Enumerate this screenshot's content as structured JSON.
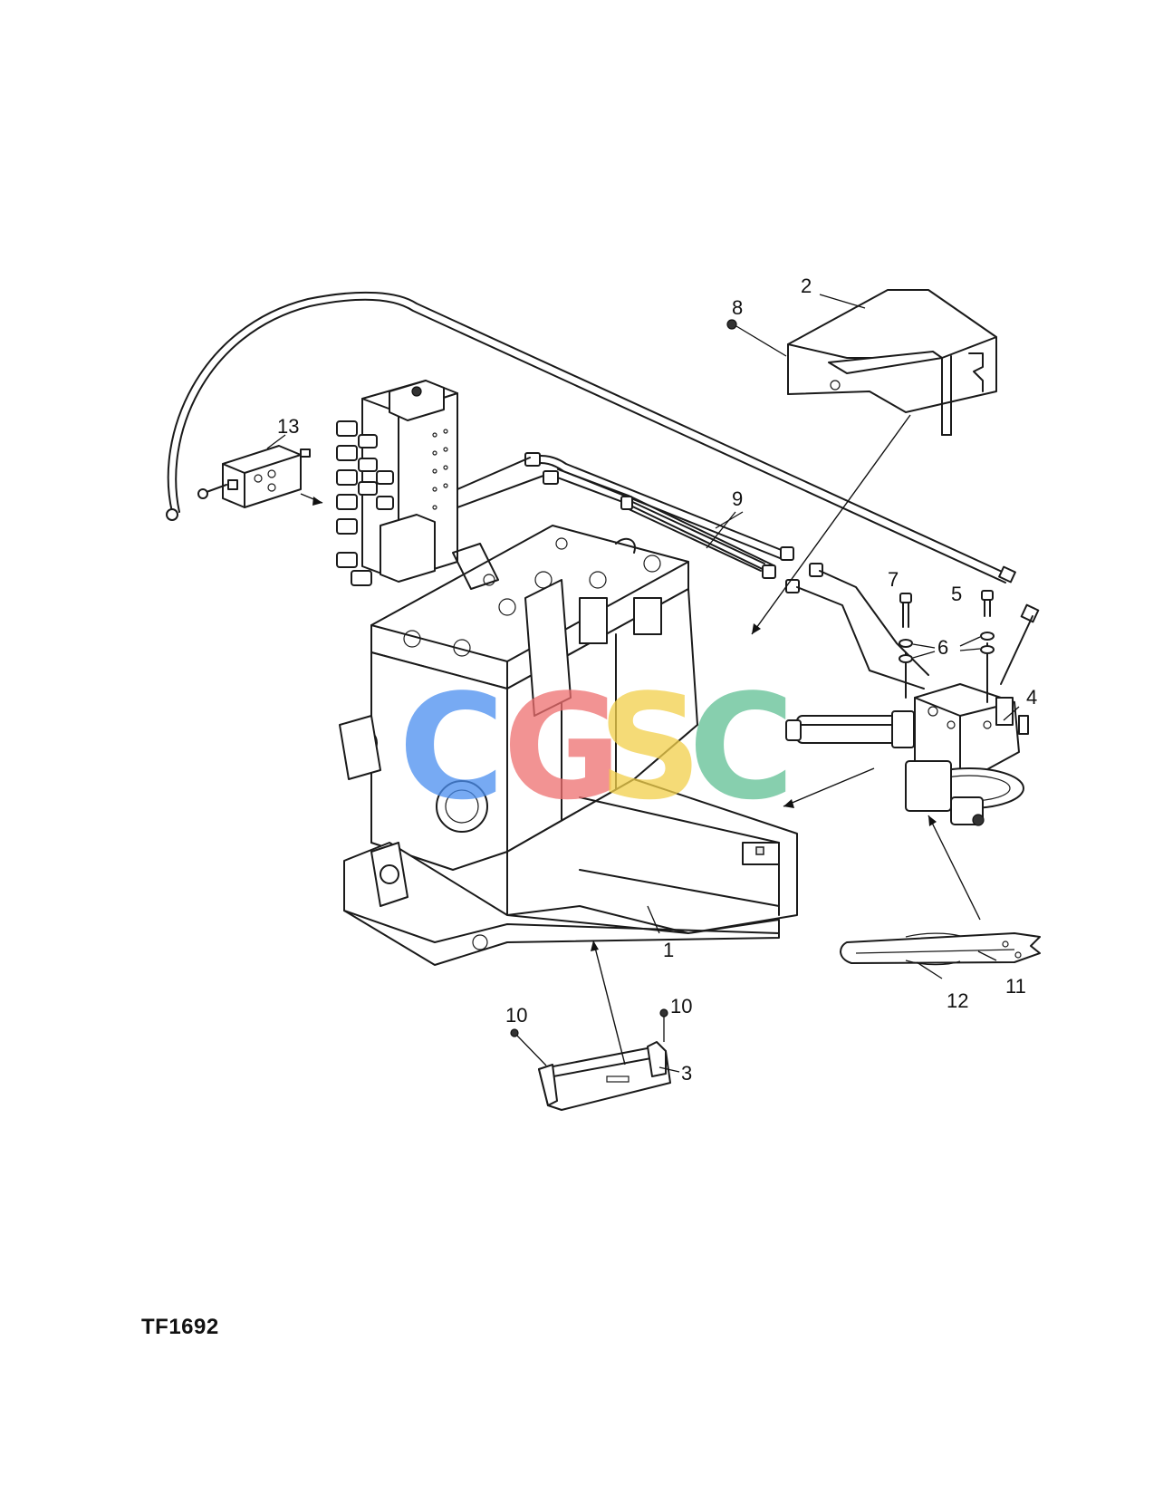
{
  "figure_id": "TF1692",
  "callouts": {
    "c1": "1",
    "c2": "2",
    "c3": "3",
    "c4": "4",
    "c5": "5",
    "c6": "6",
    "c7": "7",
    "c8": "8",
    "c9": "9",
    "c10a": "10",
    "c10b": "10",
    "c11": "11",
    "c12": "12",
    "c13": "13"
  },
  "watermark": {
    "letters": [
      "C",
      "G",
      "S",
      "C"
    ],
    "colors": [
      "#4a8ef0",
      "#ee6f6f",
      "#f2d04a",
      "#5fbf94"
    ]
  }
}
